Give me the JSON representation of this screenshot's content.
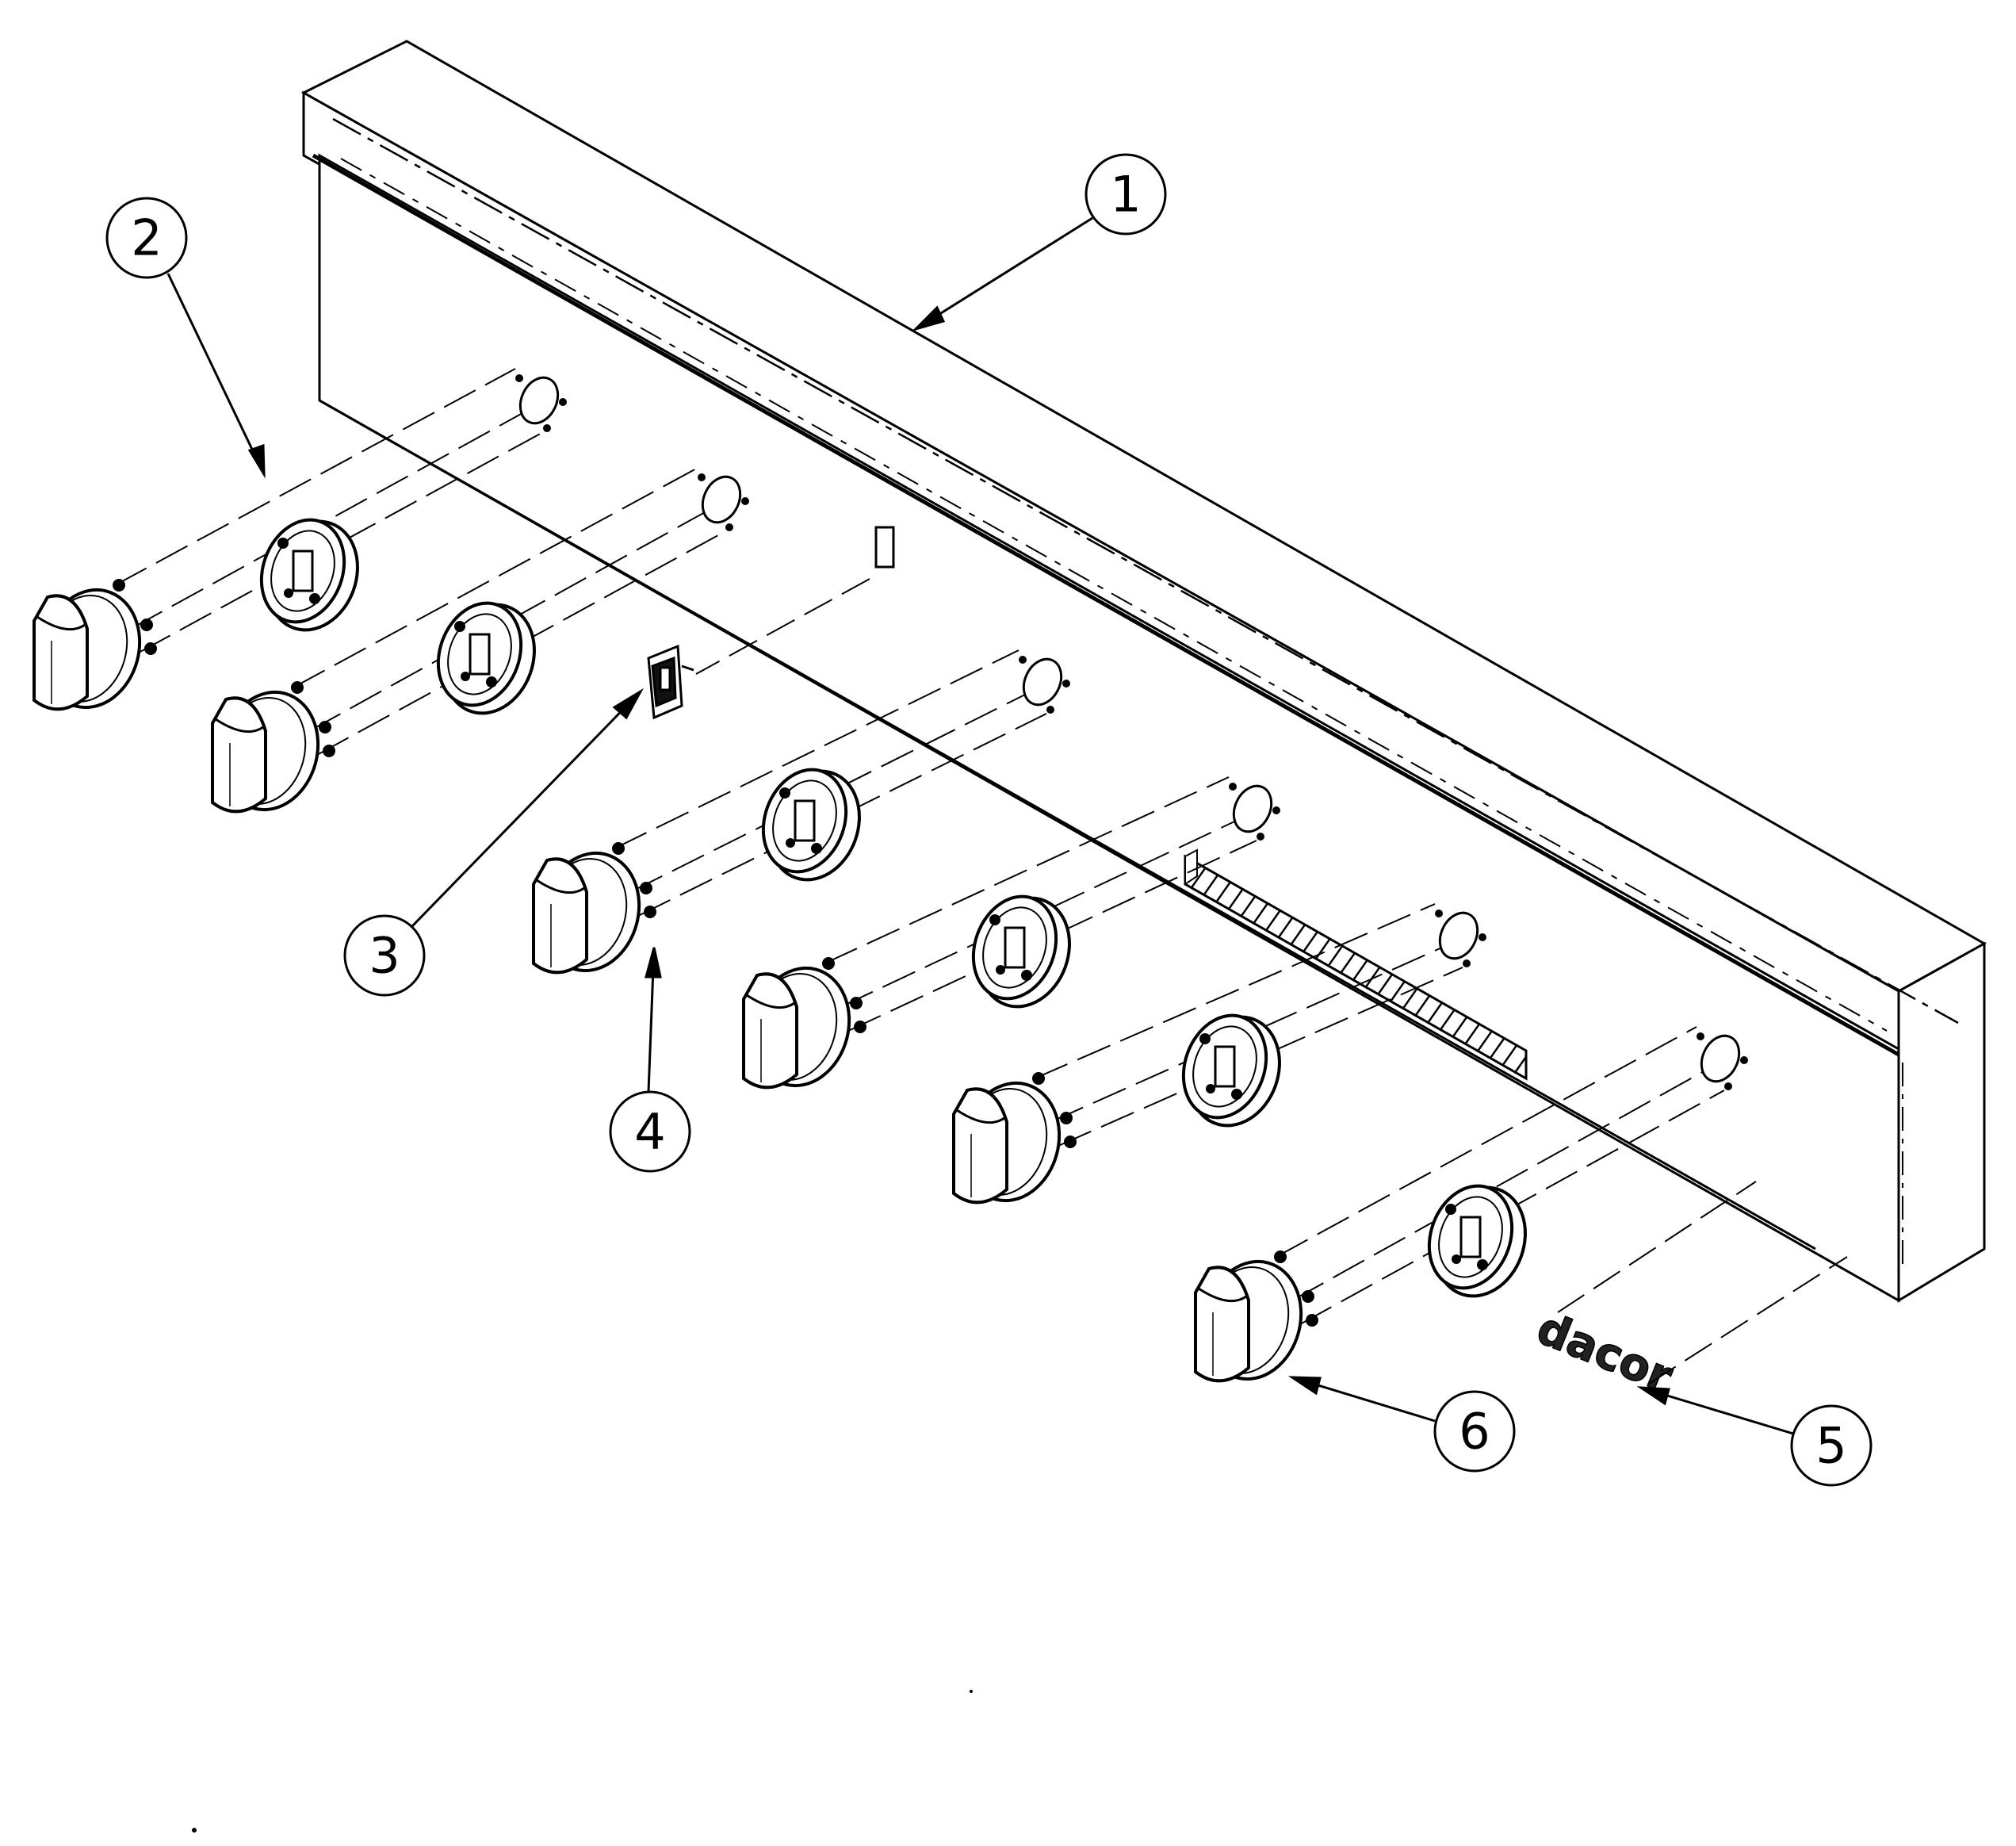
{
  "diagram": {
    "callouts": [
      {
        "id": "1",
        "label": "1"
      },
      {
        "id": "2",
        "label": "2"
      },
      {
        "id": "3",
        "label": "3"
      },
      {
        "id": "4",
        "label": "4"
      },
      {
        "id": "5",
        "label": "5"
      },
      {
        "id": "6",
        "label": "6"
      }
    ],
    "logo": {
      "text": "dacor"
    },
    "colors": {
      "line": "#000000",
      "background": "#ffffff"
    }
  }
}
